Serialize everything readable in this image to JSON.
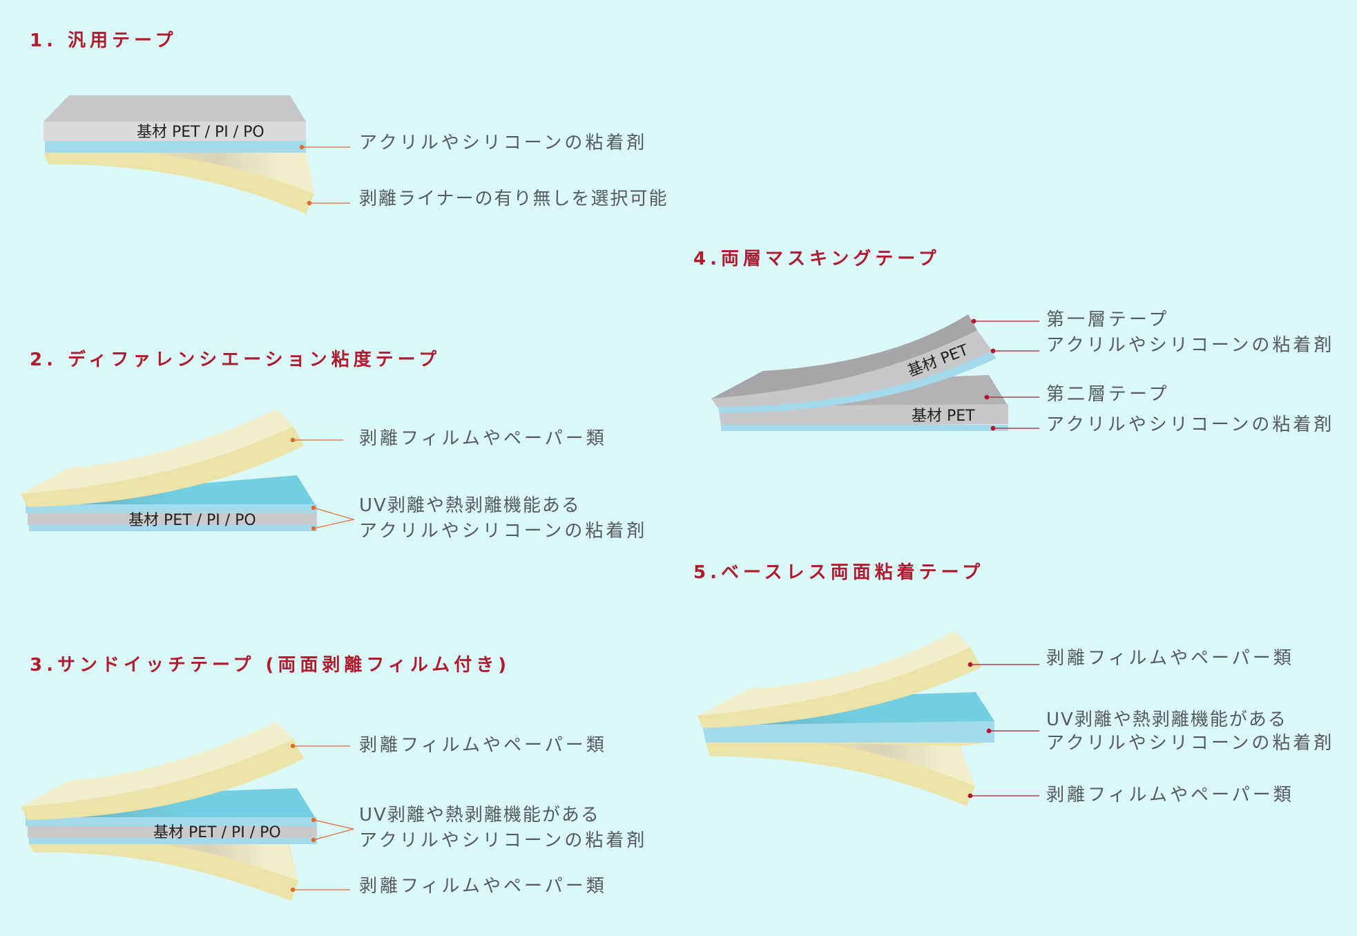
{
  "colors": {
    "background": "#dbf8f8",
    "title": "#b01b2e",
    "label_text": "#555a5b",
    "pointer_orange": "#e06a2e",
    "pointer_crimson": "#b8152b",
    "substrate_grey": "#cbcbcd",
    "substrate_top": "#c5c6c8",
    "adhesive_blue": "#a3dbec",
    "adhesive_top": "#6fd0e0",
    "liner_cream": "#ebe3a8",
    "liner_top": "#f1eecb"
  },
  "sections": [
    {
      "title": "1. 汎用テープ",
      "substrate_label": "基材 PET / PI / PO",
      "labels": [
        "アクリルやシリコーンの粘着剤",
        "剥離ライナーの有り無しを選択可能"
      ]
    },
    {
      "title": "2. ディファレンシエーション粘度テープ",
      "substrate_label": "基材 PET / PI / PO",
      "labels": [
        "剥離フィルムやペーパー類",
        "UV剥離や熱剥離機能ある",
        "アクリルやシリコーンの粘着剤"
      ]
    },
    {
      "title": "3.サンドイッチテープ (両面剥離フィルム付き)",
      "substrate_label": "基材 PET / PI / PO",
      "labels": [
        "剥離フィルムやペーパー類",
        "UV剥離や熱剥離機能がある",
        "アクリルやシリコーンの粘着剤",
        "剥離フィルムやペーパー類"
      ]
    },
    {
      "title": "4.両層マスキングテープ",
      "substrate_label_top": "基材 PET",
      "substrate_label_bottom": "基材 PET",
      "labels": [
        "第一層テープ",
        "アクリルやシリコーンの粘着剤",
        "第二層テープ",
        "アクリルやシリコーンの粘着剤"
      ]
    },
    {
      "title": "5.ベースレス両面粘着テープ",
      "labels": [
        "剥離フィルムやペーパー類",
        "UV剥離や熱剥離機能がある",
        "アクリルやシリコーンの粘着剤",
        "剥離フィルムやペーパー類"
      ]
    }
  ]
}
